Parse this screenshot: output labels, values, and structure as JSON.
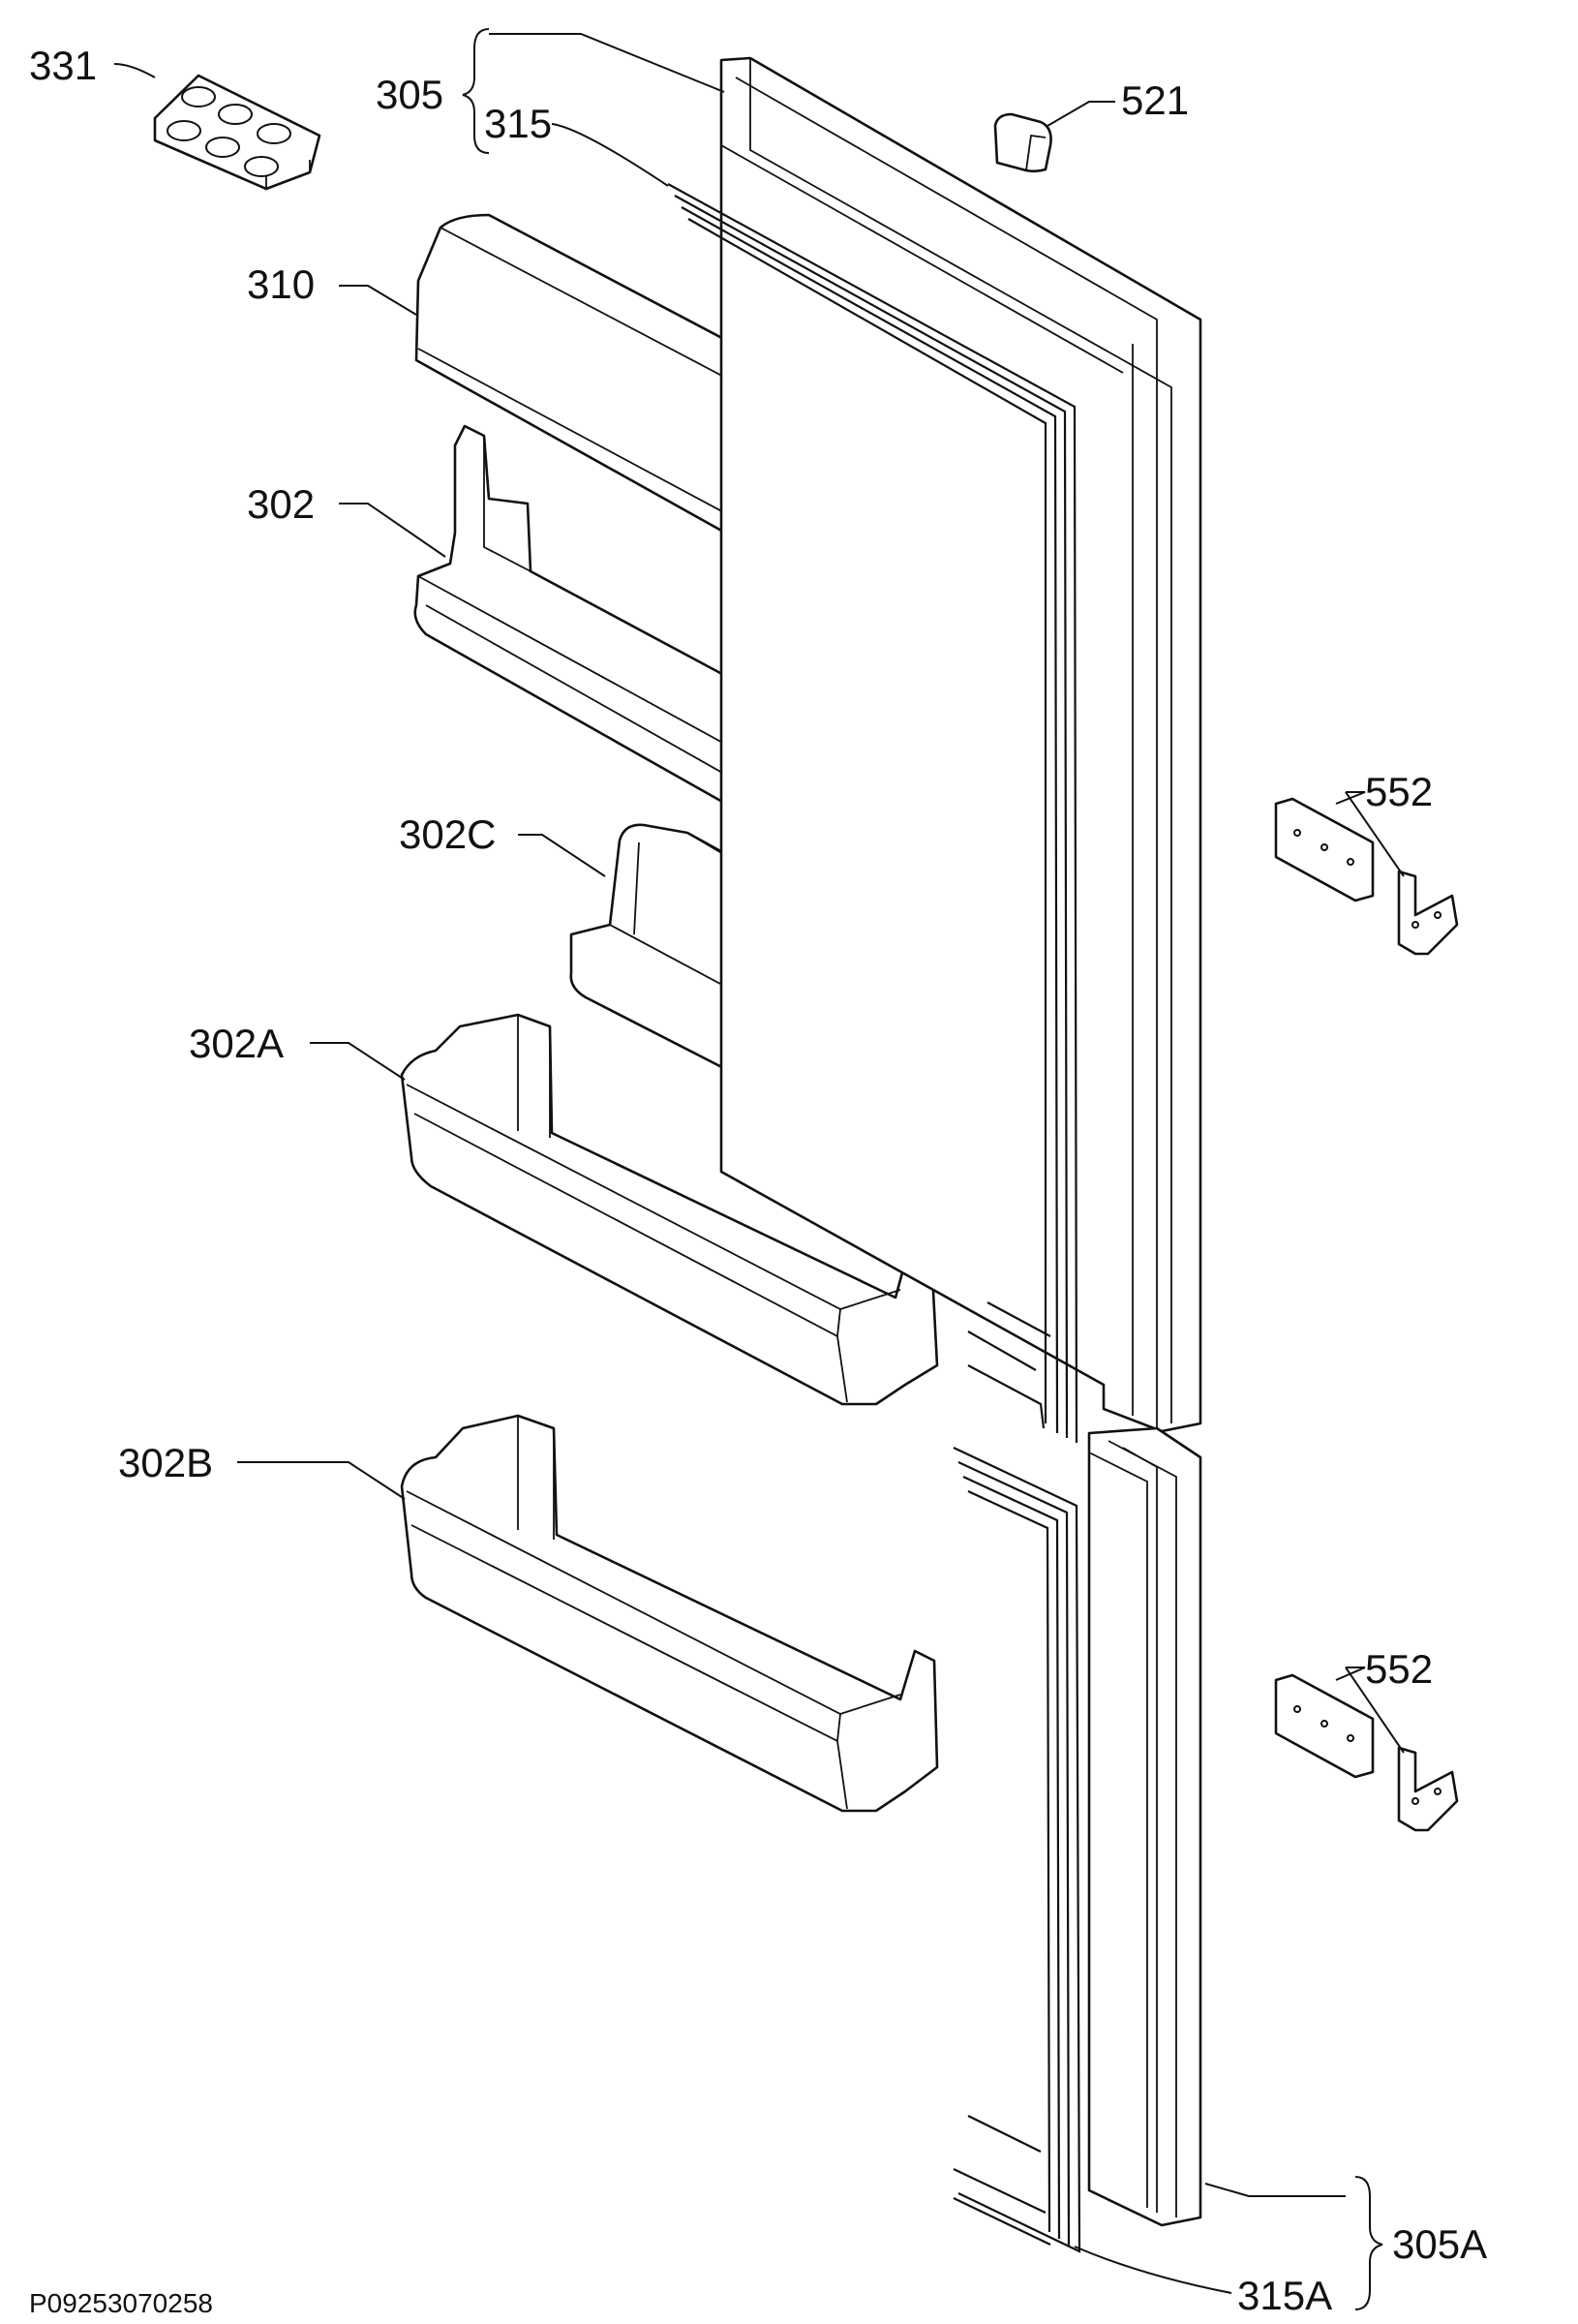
{
  "labels": {
    "l331": "331",
    "l305": "305",
    "l315": "315",
    "l521": "521",
    "l310": "310",
    "l302": "302",
    "l552_top": "552",
    "l302C": "302C",
    "l302A": "302A",
    "l302B": "302B",
    "l552_bottom": "552",
    "l305A": "305A",
    "l315A": "315A"
  },
  "drawing_code": "P09253070258",
  "parts": [
    "egg-tray",
    "upper-door",
    "upper-door-gasket",
    "door-handle-cap",
    "dairy-compartment-lid",
    "door-shelf",
    "small-door-shelf",
    "bottle-shelf",
    "bottom-bottle-shelf",
    "upper-hinge",
    "lower-hinge",
    "lower-door",
    "lower-door-gasket"
  ]
}
